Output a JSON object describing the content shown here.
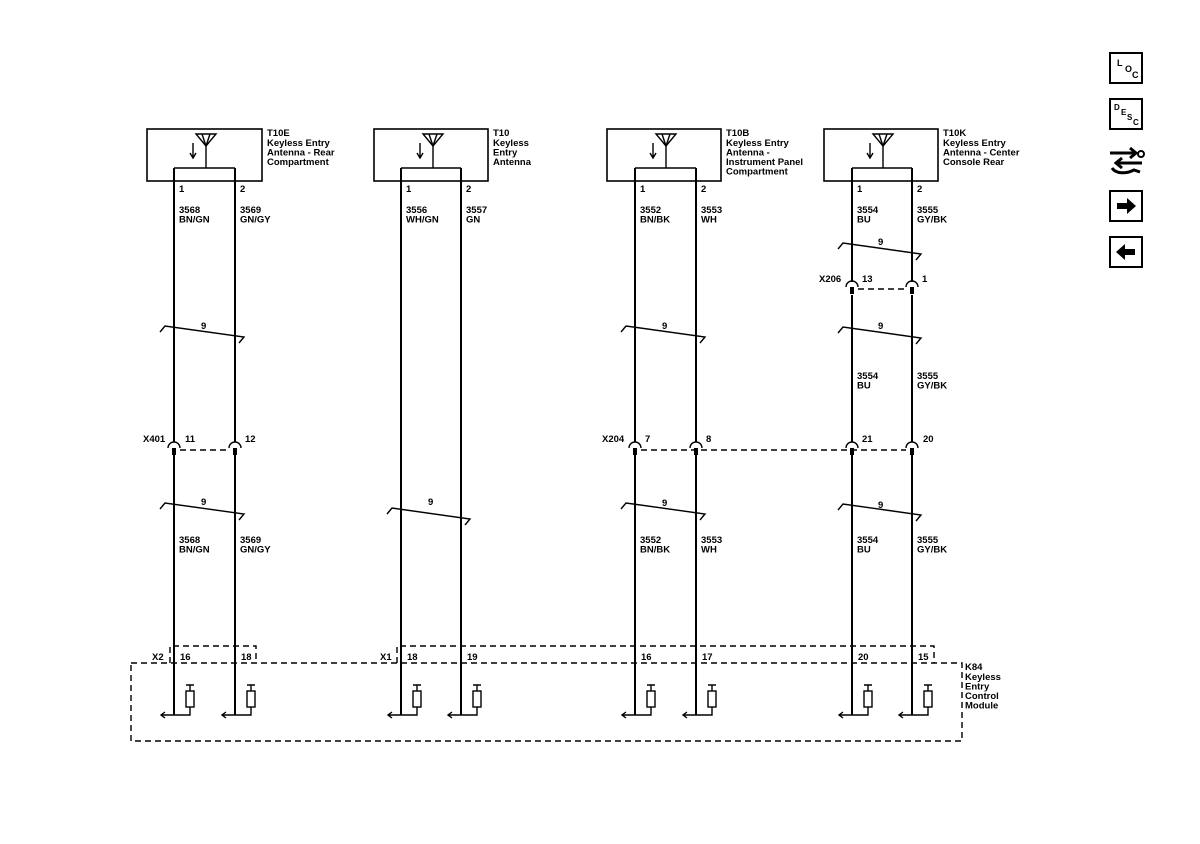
{
  "components": [
    {
      "ref": "T10E",
      "name_lines": [
        "Keyless Entry",
        "Antenna - Rear",
        "Compartment"
      ],
      "pins": [
        "1",
        "2"
      ]
    },
    {
      "ref": "T10",
      "name_lines": [
        "Keyless",
        "Entry",
        "Antenna"
      ],
      "pins": [
        "1",
        "2"
      ]
    },
    {
      "ref": "T10B",
      "name_lines": [
        "Keyless Entry",
        "Antenna -",
        "Instrument Panel",
        "Compartment"
      ],
      "pins": [
        "1",
        "2"
      ]
    },
    {
      "ref": "T10K",
      "name_lines": [
        "Keyless Entry",
        "Antenna - Center",
        "Console Rear"
      ],
      "pins": [
        "1",
        "2"
      ]
    }
  ],
  "wires": [
    {
      "circuit": "3568",
      "color": "BN/GN"
    },
    {
      "circuit": "3569",
      "color": "GN/GY"
    },
    {
      "circuit": "3556",
      "color": "WH/GN"
    },
    {
      "circuit": "3557",
      "color": "GN"
    },
    {
      "circuit": "3552",
      "color": "BN/BK"
    },
    {
      "circuit": "3553",
      "color": "WH"
    },
    {
      "circuit": "3554",
      "color": "BU"
    },
    {
      "circuit": "3555",
      "color": "GY/BK"
    }
  ],
  "twist_label": "9",
  "inline_connectors": {
    "x401": {
      "name": "X401",
      "pins": [
        "11",
        "12"
      ]
    },
    "x204": {
      "name": "X204",
      "pins": [
        "7",
        "8",
        "21",
        "20"
      ]
    },
    "x206": {
      "name": "X206",
      "pins": [
        "13",
        "1"
      ]
    }
  },
  "module": {
    "ref": "K84",
    "name_lines": [
      "Keyless",
      "Entry",
      "Control",
      "Module"
    ],
    "connectors": [
      {
        "name": "X2",
        "pins": [
          "16",
          "18"
        ]
      },
      {
        "name": "X1",
        "pins": [
          "18",
          "19",
          "16",
          "17",
          "20",
          "15"
        ]
      }
    ]
  },
  "side_nav": [
    {
      "id": "loc",
      "letters": [
        "L",
        "O",
        "C"
      ]
    },
    {
      "id": "desc",
      "letters": [
        "D",
        "E",
        "S",
        "C"
      ]
    },
    {
      "id": "swap",
      "icon": "swap-wrench-icon"
    },
    {
      "id": "next",
      "icon": "arrow-right-icon"
    },
    {
      "id": "prev",
      "icon": "arrow-left-icon"
    }
  ]
}
